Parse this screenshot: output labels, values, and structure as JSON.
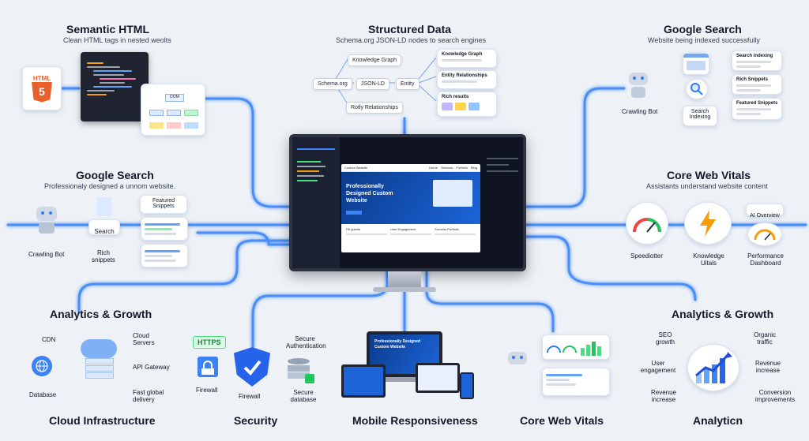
{
  "semantic_html": {
    "title": "Semantic HTML",
    "subtitle": "Clean HTML tags in nested weolts",
    "badge": "HTML",
    "badge_num": "5",
    "dom_root": "DOM"
  },
  "structured_data": {
    "title": "Structured Data",
    "subtitle": "Schema.org JSON-LD nodes to search engines",
    "nodes": [
      "Schema.org",
      "Knowledge Graph",
      "JSON-LD",
      "Entity",
      "Rotly Relationships"
    ],
    "cards": [
      "Knowledge Graph",
      "Entity Relationships",
      "Rich results"
    ]
  },
  "google_search_top": {
    "title": "Google Search",
    "subtitle": "Website being indexed successfully",
    "bot_label": "Crawling Bot",
    "search_label": "Search Indexing",
    "cards": [
      "Search indexing",
      "Rich Snippets",
      "Featured Snippets"
    ]
  },
  "google_search_left": {
    "title": "Google Search",
    "subtitle": "Professionaly designed a unnom website.",
    "bot_label": "Crawling Bot",
    "search_label": "Search",
    "rich_label": "Rich snippets",
    "featured_label": "Featured Snippets"
  },
  "core_web_vitals_right": {
    "title": "Core Web Vitals",
    "subtitle": "Assistants understand website content",
    "speed_label": "Speediotter",
    "knowledge_label": "Knowledge Uitals",
    "ai_label": "AI Overview",
    "perf_label": "Performance Dashboard"
  },
  "monitor": {
    "hero_title": "Professionally Designed Custom Website",
    "brand": "Custom Website",
    "nav": [
      "Home",
      "Services",
      "Portfolio",
      "Blog"
    ],
    "features": [
      "Fill guests",
      "User Engagement",
      "Success Portfolio"
    ]
  },
  "cloud": {
    "section_title": "Analytics & Growth",
    "bottom_title": "Cloud Infrastructure",
    "cdn": "CDN",
    "database": "Database",
    "cloud_servers": "Cloud Servers",
    "api_gateway": "API Gateway",
    "fast_global": "Fast global delivery"
  },
  "security": {
    "bottom_title": "Security",
    "https": "HTTPS",
    "firewall_left": "Firewall",
    "firewall_center": "Firewall",
    "secure_auth": "Secure Authentication",
    "secure_db": "Secure database"
  },
  "mobile": {
    "bottom_title": "Mobile Responsiveness",
    "hero": "Professionally Designed Custom Website"
  },
  "core_web_vitals_bottom": {
    "bottom_title": "Core Web Vitals"
  },
  "analytics": {
    "section_title": "Analytics & Growth",
    "bottom_title": "Analyticn",
    "seo": "SEO growth",
    "user": "User engagement",
    "revenue_left": "Revenue increase",
    "organic": "Organic traffic",
    "revenue_right": "Revenue increase",
    "conversion": "Conversion improvements"
  },
  "colors": {
    "flow_blue": "#2f7cf6",
    "dark_panel": "#1f2430",
    "html_orange": "#e8602c",
    "accent_green": "#3fb950"
  },
  "icons": [
    "html5-icon",
    "robot-icon",
    "magnifier-icon",
    "gauge-icon",
    "lightning-icon",
    "cloud-icon",
    "globe-icon",
    "shield-icon",
    "lock-icon",
    "database-icon",
    "growth-chart-icon"
  ]
}
